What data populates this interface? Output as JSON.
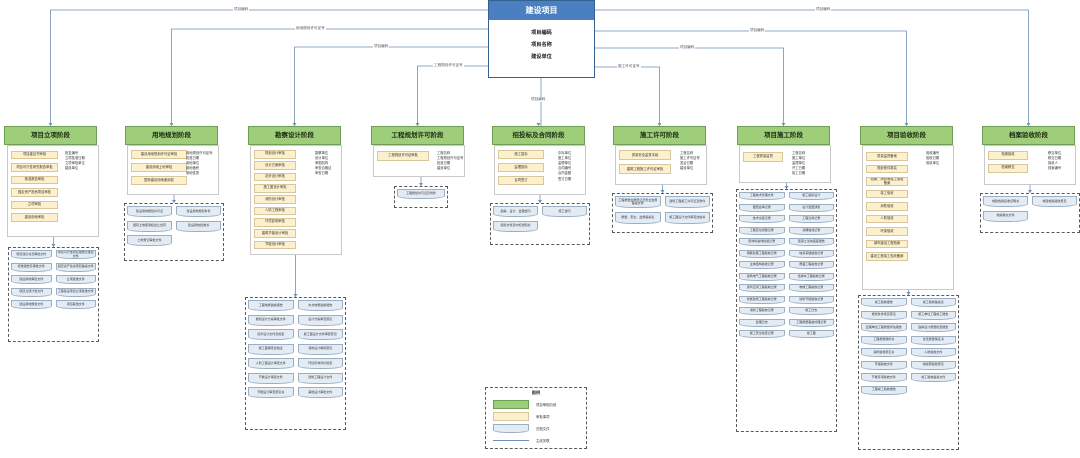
{
  "top": {
    "title": "建设项目",
    "items": [
      "项目编码",
      "项目名称",
      "建设单位"
    ]
  },
  "links": {
    "project_code": "项目编码",
    "land_permit": "用地规划许可证号",
    "eng_permit": "工程规划许可证号",
    "build_permit": "施工许可证号"
  },
  "stages": [
    {
      "title": "项目立项阶段",
      "items": [
        "项目建议书审批",
        "项目可行性研究报告审批",
        "核准报告审批",
        "固定资产投资项目审批",
        "立项审批",
        "建设用地审批"
      ],
      "info": [
        "批复编号",
        "立项批准日期",
        "立项审批单位",
        "建设单位"
      ],
      "docs": [
        "项目建议书及审批文件",
        "项目可行性研究报告及批复文件",
        "核准报告及审批文件",
        "固定资产投资项目备案文件",
        "建设用地审批文件",
        "立项批准文件",
        "项目立项计划文件",
        "工程建设项目立项批准文件",
        "建设用地规划文件",
        "项目其他文件"
      ]
    },
    {
      "title": "用地规划阶段",
      "items": [
        "建设用地规划许可证审批",
        "建设用地土地审批",
        "国有建设用地使用权"
      ],
      "info": [
        "用地规划许可证号",
        "批准日期",
        "用地单位",
        "用地面积",
        "用地性质"
      ],
      "docs": [
        "建设用地规划许可证",
        "建设用地规划条件",
        "国有土地使用权出让合同",
        "建设用地批准书",
        "土地登记审批文件"
      ]
    },
    {
      "title": "勘察设计阶段",
      "items": [
        "规划设计审批",
        "设计方案审批",
        "初步设计审批",
        "施工图设计审批",
        "消防设计审批",
        "人防工程审批",
        "环境影响审批",
        "建筑节能设计审批",
        "节能设计审批"
      ],
      "info": [
        "勘察单位",
        "设计单位",
        "审图机构",
        "审查合格证",
        "审查日期"
      ],
      "docs": [
        "工程地质勘察报告",
        "水文地质勘察报告",
        "规划设计方案审批文件",
        "设计方案审查意见",
        "初步设计文件及批复",
        "施工图设计文件审查意见",
        "施工图审查合格证",
        "消防设计审核意见",
        "人防工程设计审查文件",
        "环境影响评价批复",
        "节能设计审查文件",
        "建筑工程设计文件",
        "节能设计审查意见书",
        "其他设计审批文件"
      ]
    },
    {
      "title": "工程规划许可阶段",
      "items": [
        "工程规划许可证审批"
      ],
      "info": [
        "工程名称",
        "工程规划许可证号",
        "批准日期",
        "建设单位"
      ],
      "docs": [
        "工程规划许可证及附件"
      ]
    },
    {
      "title": "招投标及合同阶段",
      "items": [
        "施工招标",
        "监理招标",
        "合同签订"
      ],
      "info": [
        "中标单位",
        "施工单位",
        "监理单位",
        "合同编号",
        "合同金额",
        "签订日期"
      ],
      "docs": [
        "勘察、设计、监理合同",
        "施工合同",
        "招标文件及中标通知书"
      ]
    },
    {
      "title": "施工许可阶段",
      "items": [
        "质量安全监督手续",
        "建筑工程施工许可证审批"
      ],
      "info": [
        "工程名称",
        "施工许可证号",
        "发证日期",
        "建设单位"
      ],
      "docs": [
        "工程质量监督登记及安全监督备案文件",
        "建筑工程施工许可证及附件",
        "质量、安全、监督备案表",
        "施工图设计文件审查合格书"
      ]
    },
    {
      "title": "项目施工阶段",
      "items": [
        "工程质量监督"
      ],
      "info": [
        "工程名称",
        "施工单位",
        "监理单位",
        "开工日期",
        "竣工日期"
      ],
      "docs": [
        "工程技术管理文件",
        "施工组织设计",
        "图纸会审记录",
        "设计变更通知",
        "技术交底记录",
        "工程洽商记录",
        "工程定位测量记录",
        "基槽验线记录",
        "原材料进场检验记录",
        "混凝土试块强度报告",
        "钢筋隐蔽工程验收记录",
        "地基基础验收记录",
        "主体结构验收记录",
        "屋面工程验收记录",
        "建筑电气工程验收记录",
        "给排水工程验收记录",
        "通风空调工程验收记录",
        "电梯工程验收记录",
        "智能建筑工程验收记录",
        "建筑节能验收记录",
        "消防工程验收记录",
        "施工日志",
        "监理日志",
        "工程质量事故处理记录",
        "施工安全检查记录",
        "竣工图"
      ]
    },
    {
      "title": "项目验收阶段",
      "items": [
        "质量监督备案",
        "规划条件核实",
        "档案、消防等竣工验收备案",
        "竣工验收",
        "消防验收",
        "人防验收",
        "环保验收",
        "城市建设工程档案",
        "建设工程竣工验收备案"
      ],
      "info": [
        "验收编号",
        "验收日期",
        "验收单位"
      ],
      "docs": [
        "竣工验收报告",
        "竣工验收备案表",
        "规划条件核实意见",
        "施工单位工程竣工报告",
        "监理单位工程质量评估报告",
        "勘察设计质量检查报告",
        "工程质量保修书",
        "住宅质量保证书",
        "消防验收意见书",
        "人防验收文件",
        "环保验收文件",
        "档案预验收意见",
        "节能专项验收文件",
        "竣工验收备案文件",
        "工程竣工验收报告"
      ]
    },
    {
      "title": "档案验收阶段",
      "items": [
        "档案接收",
        "档案移交"
      ],
      "info": [
        "移交单位",
        "移交日期",
        "接收人",
        "档案编号"
      ],
      "docs": [
        "城建档案接收证明书",
        "城建档案验收意见",
        "档案移交文件"
      ]
    }
  ],
  "legend": {
    "title": "图例",
    "items": [
      "项目审批阶段",
      "审批事项",
      "归档文件",
      "主线关联"
    ]
  },
  "colors": {
    "stage": "#9fce7b",
    "item": "#fdf0cc",
    "doc": "#e3ebf4",
    "header": "#4a7fc1",
    "line": "#6f8fb5"
  }
}
